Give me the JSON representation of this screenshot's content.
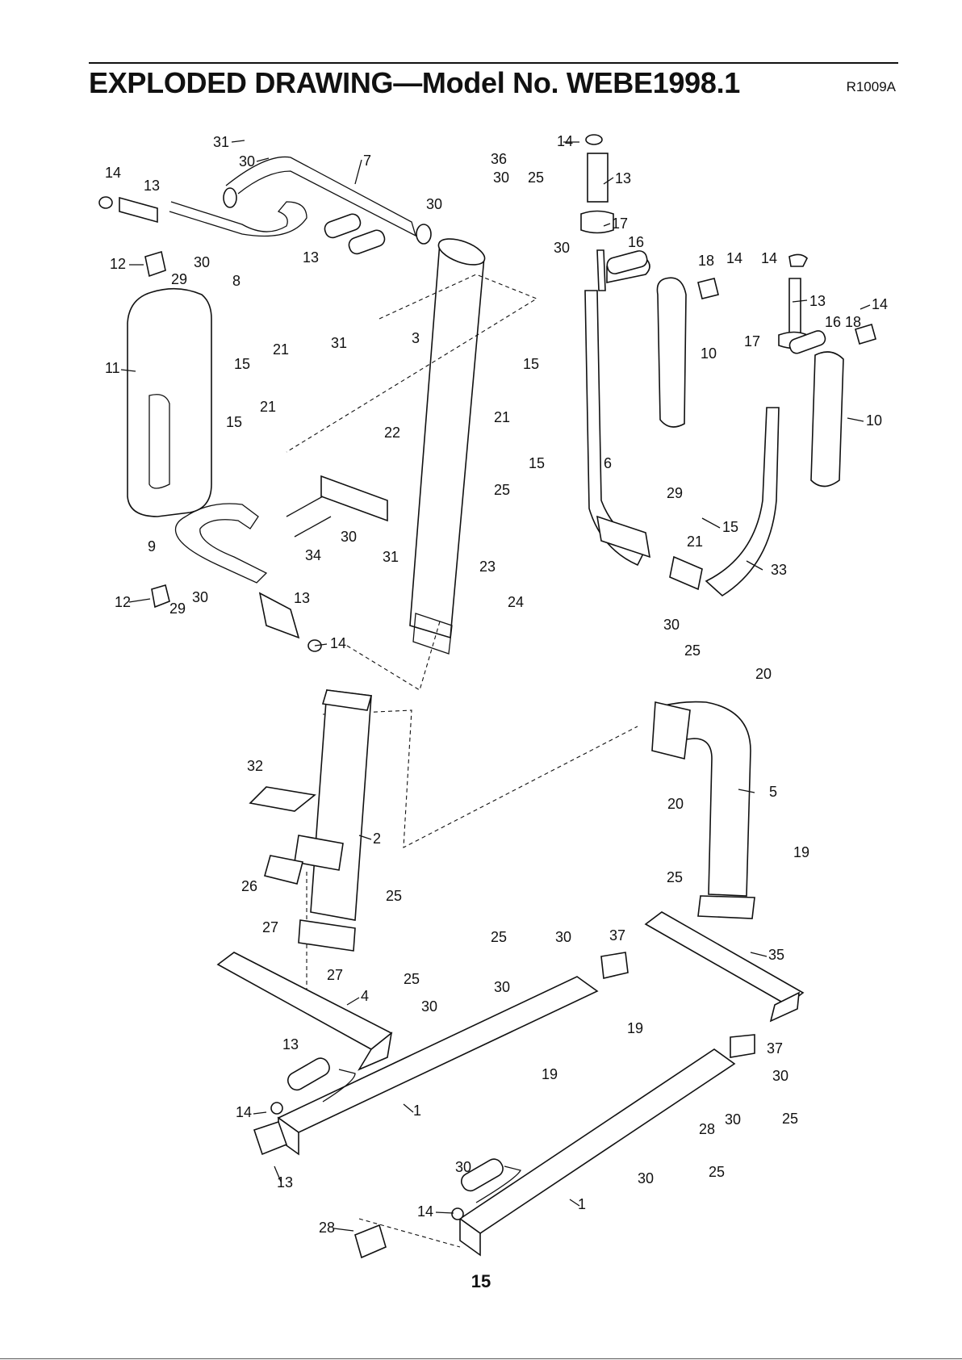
{
  "header": {
    "title": "EXPLODED DRAWING—Model No. WEBE1998.1",
    "code": "R1009A"
  },
  "footer": {
    "page_number": "15"
  },
  "callouts": [
    "31",
    "30",
    "7",
    "14",
    "13",
    "36",
    "30",
    "25",
    "30",
    "14",
    "13",
    "17",
    "16",
    "12",
    "29",
    "30",
    "8",
    "13",
    "30",
    "18",
    "14",
    "14",
    "13",
    "14",
    "11",
    "15",
    "21",
    "31",
    "3",
    "16",
    "18",
    "17",
    "10",
    "15",
    "21",
    "21",
    "15",
    "22",
    "15",
    "6",
    "10",
    "25",
    "29",
    "9",
    "30",
    "34",
    "31",
    "23",
    "21",
    "15",
    "33",
    "12",
    "29",
    "30",
    "13",
    "24",
    "14",
    "30",
    "25",
    "20",
    "32",
    "5",
    "20",
    "2",
    "19",
    "26",
    "25",
    "25",
    "27",
    "25",
    "30",
    "37",
    "27",
    "35",
    "4",
    "25",
    "30",
    "30",
    "19",
    "13",
    "37",
    "19",
    "30",
    "14",
    "1",
    "25",
    "30",
    "28",
    "13",
    "30",
    "25",
    "30",
    "1",
    "14",
    "28"
  ]
}
